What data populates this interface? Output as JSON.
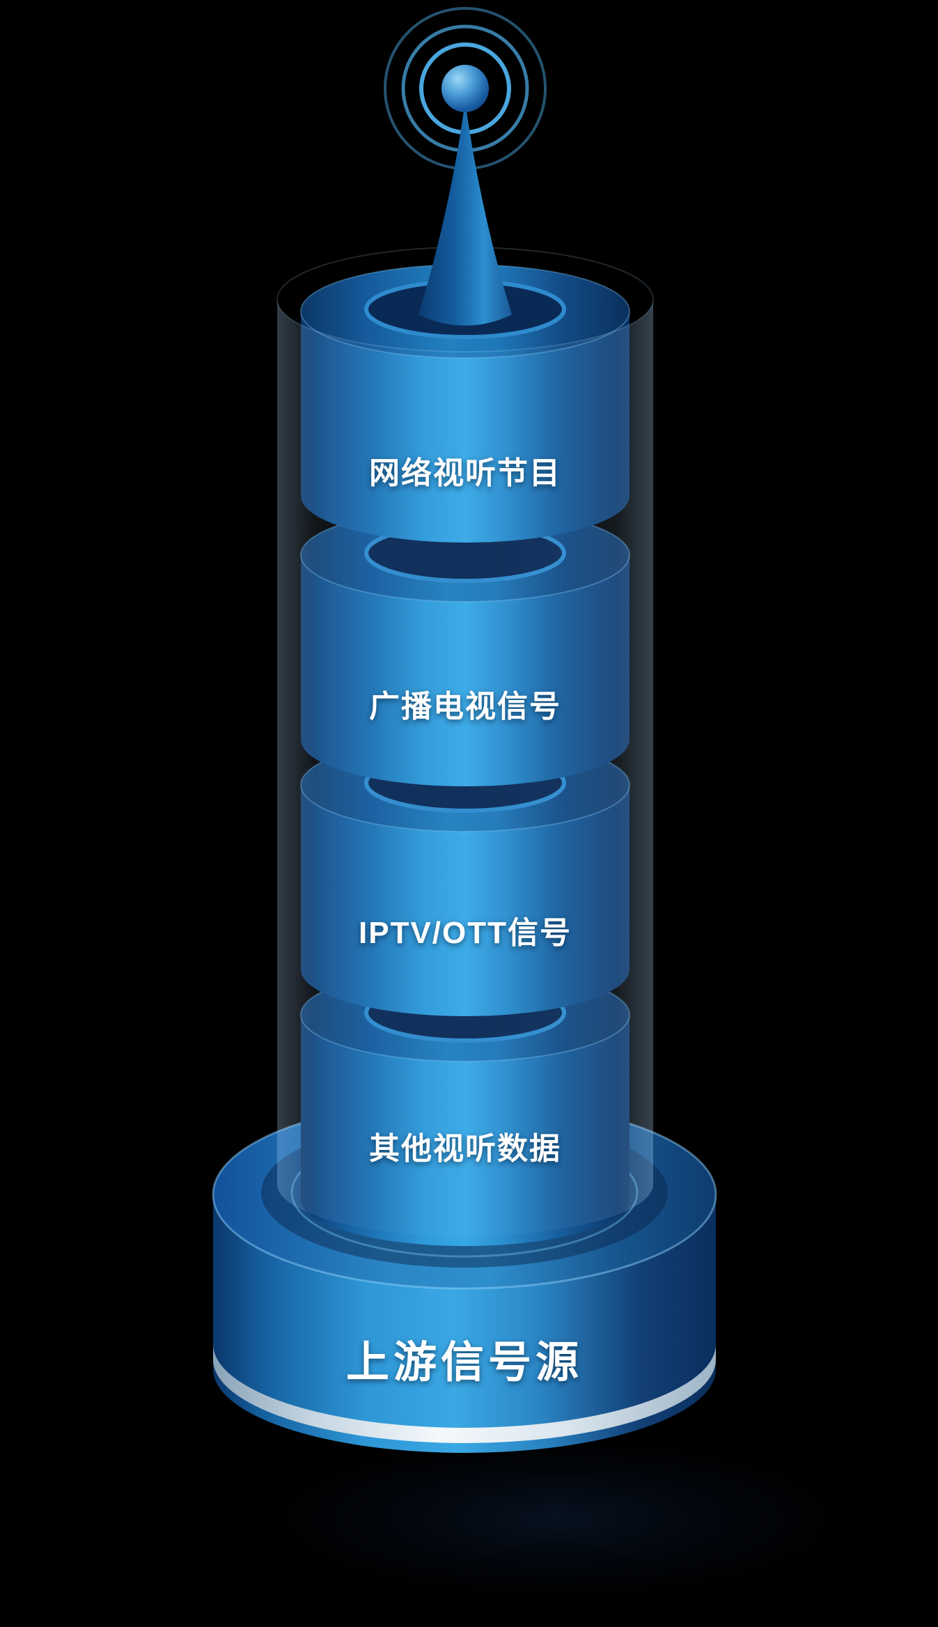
{
  "diagram": {
    "antenna": {
      "icon": "broadcast-antenna-icon"
    },
    "tower": {
      "segments": [
        {
          "label": "网络视听节目"
        },
        {
          "label": "广播电视信号"
        },
        {
          "label": "IPTV/OTT信号"
        },
        {
          "label": "其他视听数据"
        }
      ]
    },
    "base": {
      "label": "上游信号源"
    },
    "colors": {
      "background": "#000000",
      "cylinder_light": "#38a9e6",
      "cylinder_dark": "#0a3162",
      "top_surface": "#155a9c",
      "hole": "#0a2a56",
      "ring": "#2e8bce",
      "stripe": "#f4f8fb",
      "text": "#ffffff"
    }
  }
}
